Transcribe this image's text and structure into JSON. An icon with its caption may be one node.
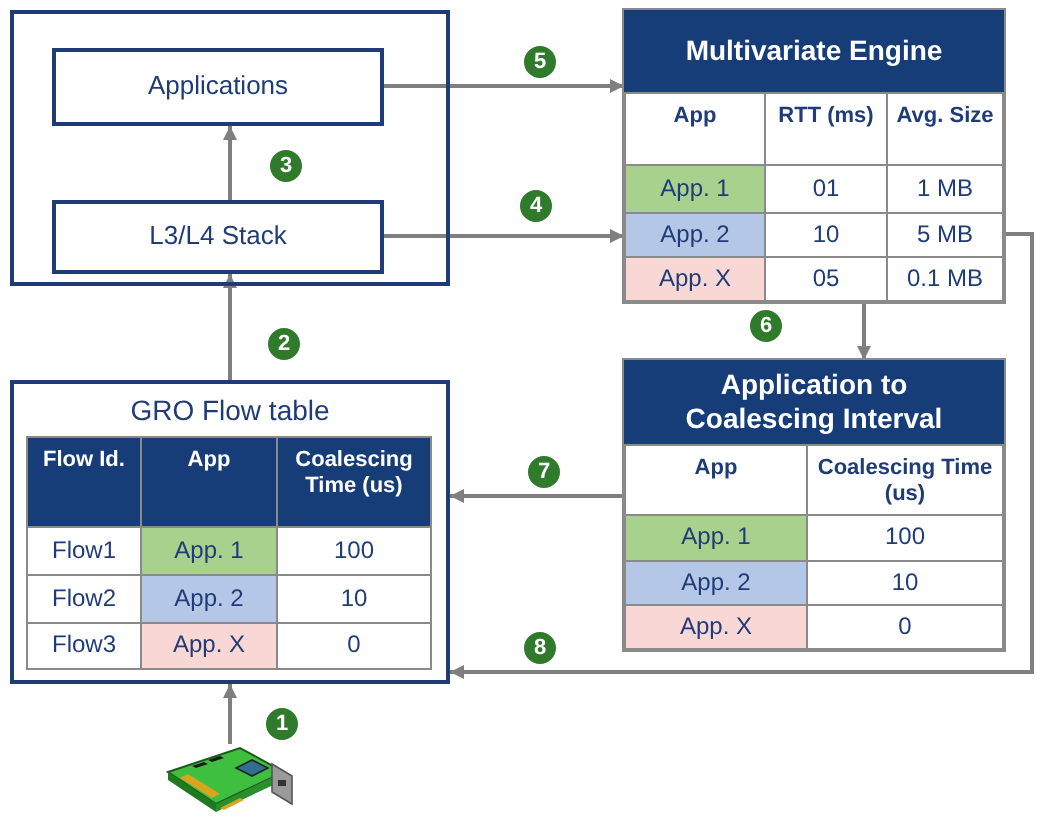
{
  "diagram": {
    "nodes": [
      {
        "text": [],
        "shape": "box"
      },
      {
        "text": [
          "Applications"
        ],
        "in": 0
      },
      {
        "text": [
          "L3/L4 Stack"
        ],
        "in": 0
      },
      {
        "text": [
          "Multivariate Engine"
        ]
      },
      {
        "text": [
          "App"
        ],
        "in": 3
      },
      {
        "text": [
          "RTT (ms)"
        ],
        "in": 3
      },
      {
        "text": [
          "Avg. Size"
        ],
        "in": 3
      },
      {
        "text": [
          "App. 1"
        ],
        "in": 3
      },
      {
        "text": [
          "01"
        ],
        "in": 3
      },
      {
        "text": [
          "1 MB"
        ],
        "in": 3
      },
      {
        "text": [
          "App. 2"
        ],
        "in": 3
      },
      {
        "text": [
          "10"
        ],
        "in": 3
      },
      {
        "text": [
          "5 MB"
        ],
        "in": 3
      },
      {
        "text": [
          "App. X"
        ],
        "in": 3
      },
      {
        "text": [
          "05"
        ],
        "in": 3
      },
      {
        "text": [
          "0.1 MB"
        ],
        "in": 3
      },
      {
        "text": [
          "Application to Coalescing Interval"
        ]
      },
      {
        "text": [
          "App"
        ],
        "in": 16
      },
      {
        "text": [
          "Coalescing Time (us)"
        ],
        "in": 16
      },
      {
        "text": [
          "App. 1"
        ],
        "in": 16
      },
      {
        "text": [
          "100"
        ],
        "in": 16
      },
      {
        "text": [
          "App. 2"
        ],
        "in": 16
      },
      {
        "text": [
          "10"
        ],
        "in": 16
      },
      {
        "text": [
          "App. X"
        ],
        "in": 16
      },
      {
        "text": [
          "0"
        ],
        "in": 16
      },
      {
        "text": [
          "GRO Flow table"
        ]
      },
      {
        "text": [
          "Flow Id."
        ],
        "in": 25
      },
      {
        "text": [
          "App"
        ],
        "in": 25
      },
      {
        "text": [
          "Coalescing Time (us)"
        ],
        "in": 25
      },
      {
        "text": [
          "Flow1"
        ],
        "in": 25
      },
      {
        "text": [
          "App. 1"
        ],
        "in": 25
      },
      {
        "text": [
          "100"
        ],
        "in": 25
      },
      {
        "text": [
          "Flow2"
        ],
        "in": 25
      },
      {
        "text": [
          "App. 2"
        ],
        "in": 25
      },
      {
        "text": [
          "10"
        ],
        "in": 25
      },
      {
        "text": [
          "Flow3"
        ],
        "in": 25
      },
      {
        "text": [
          "App. X"
        ],
        "in": 25
      },
      {
        "text": [
          "0"
        ],
        "in": 25
      },
      {
        "text": [],
        "shape": "picture"
      }
    ],
    "edges": [
      {
        "from": 38,
        "to": 25,
        "arrow": "to",
        "label": "1"
      },
      {
        "from": 25,
        "to": 2,
        "arrow": "to",
        "label": "2"
      },
      {
        "from": 2,
        "to": 1,
        "arrow": "to",
        "label": "3"
      },
      {
        "from": 2,
        "to": 10,
        "arrow": "to",
        "label": "4"
      },
      {
        "from": 1,
        "to": 3,
        "arrow": "to",
        "label": "5"
      },
      {
        "from": 3,
        "to": 16,
        "arrow": "to",
        "label": "6"
      },
      {
        "from": 16,
        "to": 25,
        "arrow": "to",
        "label": "7"
      },
      {
        "from": 12,
        "to": 25,
        "arrow": "to",
        "label": "8"
      }
    ]
  }
}
